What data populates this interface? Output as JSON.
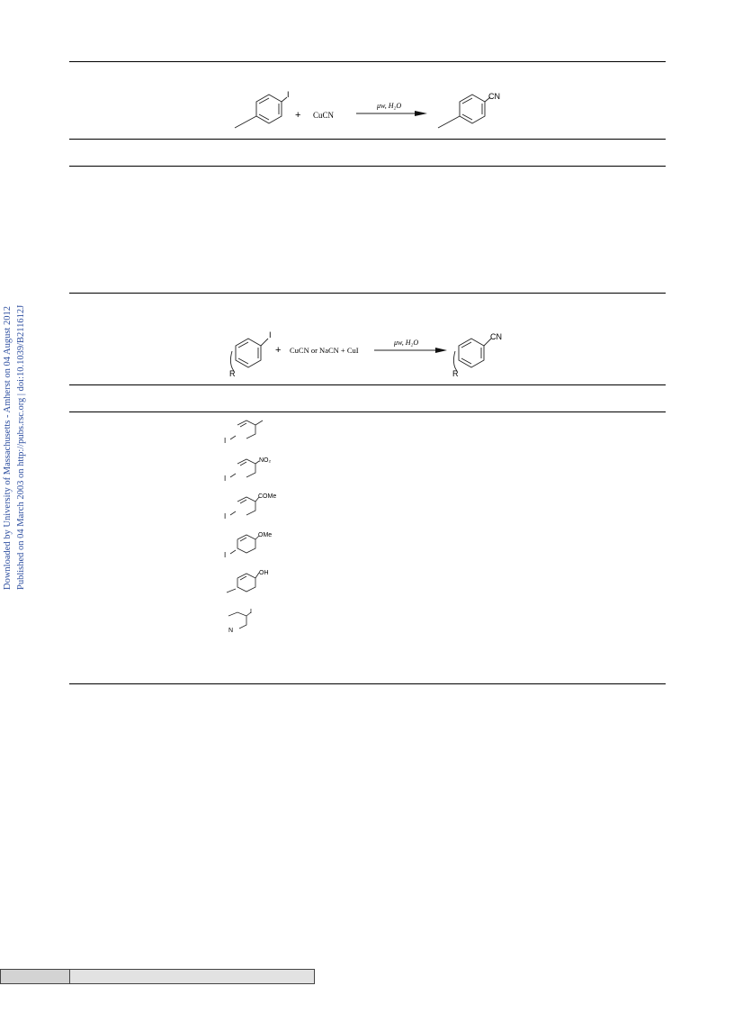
{
  "side_note": {
    "line1": "Downloaded by University of Massachusetts - Amherst on 04 August 2012",
    "line2": "Published on 04 March 2003 on http://pubs.rsc.org | doi:10.1039/B211612J"
  },
  "scheme1": {
    "substituent_iodo": "I",
    "plus": "+",
    "reagent": "CuCN",
    "conditions": "μw, H₂O",
    "product_group": "CN"
  },
  "scheme2": {
    "substituent_iodo": "I",
    "substituent_r": "R",
    "plus": "+",
    "reagent": "CuCN or NaCN + CuI",
    "conditions": "μw, H₂O",
    "product_group": "CN",
    "product_r": "R"
  },
  "substrates": [
    {
      "label": ""
    },
    {
      "label": "NO₂"
    },
    {
      "label": "COMe"
    },
    {
      "label": "OMe"
    },
    {
      "label": "OH"
    },
    {
      "label": "I"
    }
  ],
  "substrate_atoms": {
    "iodo": "I",
    "nitrogen": "N"
  }
}
